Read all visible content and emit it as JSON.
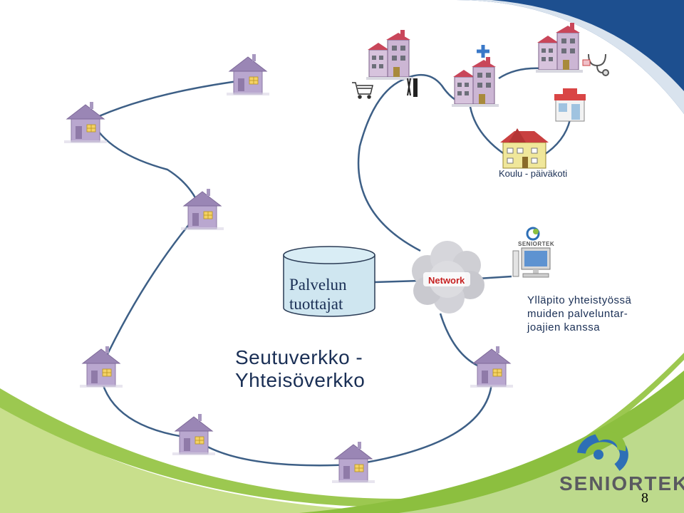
{
  "labels": {
    "school": "Koulu - päiväkoti",
    "maintenance_line1": "Ylläpito yhteistyössä",
    "maintenance_line2": "muiden palveluntar-",
    "maintenance_line3": "joajien kanssa",
    "region_line1": "Seutuverkko -",
    "region_line2": "Yhteisöverkko",
    "providers_line1": "Palvelun",
    "providers_line2": "tuottajat",
    "network": "Network",
    "logo": "SENIORTEK",
    "small_logo": "SENIORTEK",
    "page_number": "8"
  },
  "colors": {
    "line": "#3d5f86",
    "green": "#8cbf3f",
    "light_green": "#c8df8c",
    "blue_corner": "#1d4f8f",
    "house_wall": "#b9a7cf",
    "house_roof": "#9a86b5",
    "logo_blue": "#2d6fb6",
    "logo_green": "#8cbf3f"
  },
  "icons": [
    "house-icon",
    "building-icon",
    "shopping-cart-icon",
    "comb-scissors-icon",
    "stethoscope-icon",
    "shop-icon",
    "school-icon",
    "computer-icon",
    "network-cloud-icon",
    "database-cylinder-icon",
    "seniortek-logo-icon"
  ]
}
